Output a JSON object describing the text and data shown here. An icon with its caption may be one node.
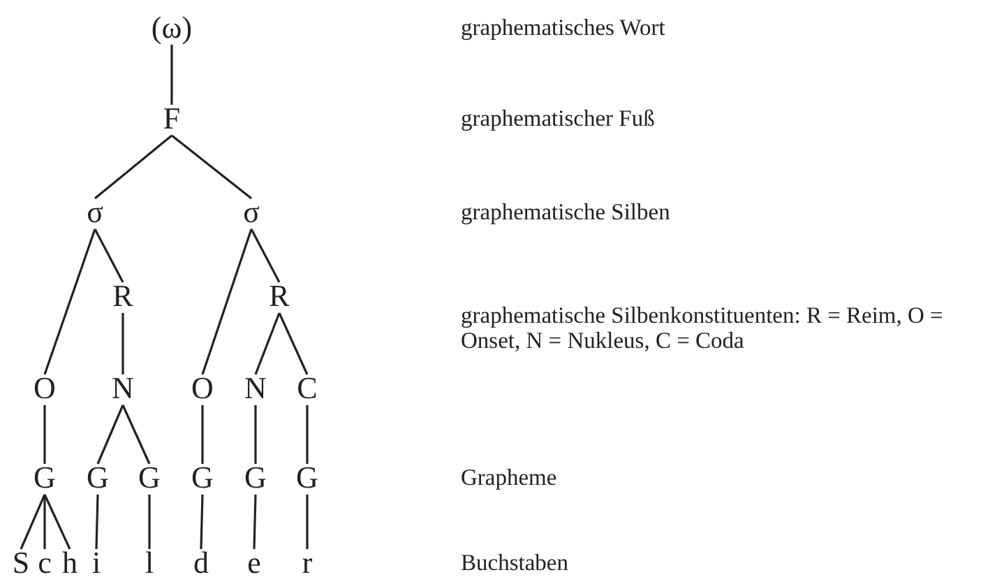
{
  "diagram": {
    "nodes": [
      {
        "text": [
          "(ω)"
        ]
      },
      {
        "text": [
          "F"
        ]
      },
      {
        "text": [
          "σ"
        ]
      },
      {
        "text": [
          "σ"
        ]
      },
      {
        "text": [
          "R"
        ]
      },
      {
        "text": [
          "R"
        ]
      },
      {
        "text": [
          "O"
        ]
      },
      {
        "text": [
          "N"
        ]
      },
      {
        "text": [
          "O"
        ]
      },
      {
        "text": [
          "N"
        ]
      },
      {
        "text": [
          "C"
        ]
      },
      {
        "text": [
          "G"
        ]
      },
      {
        "text": [
          "G"
        ]
      },
      {
        "text": [
          "G"
        ]
      },
      {
        "text": [
          "G"
        ]
      },
      {
        "text": [
          "G"
        ]
      },
      {
        "text": [
          "G"
        ]
      },
      {
        "text": [
          "S"
        ]
      },
      {
        "text": [
          "c"
        ]
      },
      {
        "text": [
          "h"
        ]
      },
      {
        "text": [
          "i"
        ]
      },
      {
        "text": [
          "l"
        ]
      },
      {
        "text": [
          "d"
        ]
      },
      {
        "text": [
          "e"
        ]
      },
      {
        "text": [
          "r"
        ]
      }
    ],
    "edges": [
      {
        "from": 0,
        "to": 1,
        "arrow": "none"
      },
      {
        "from": 1,
        "to": 2,
        "arrow": "none"
      },
      {
        "from": 1,
        "to": 3,
        "arrow": "none"
      },
      {
        "from": 2,
        "to": 6,
        "arrow": "none"
      },
      {
        "from": 2,
        "to": 4,
        "arrow": "none"
      },
      {
        "from": 3,
        "to": 8,
        "arrow": "none"
      },
      {
        "from": 3,
        "to": 5,
        "arrow": "none"
      },
      {
        "from": 4,
        "to": 7,
        "arrow": "none"
      },
      {
        "from": 5,
        "to": 9,
        "arrow": "none"
      },
      {
        "from": 5,
        "to": 10,
        "arrow": "none"
      },
      {
        "from": 6,
        "to": 11,
        "arrow": "none"
      },
      {
        "from": 7,
        "to": 12,
        "arrow": "none"
      },
      {
        "from": 7,
        "to": 13,
        "arrow": "none"
      },
      {
        "from": 8,
        "to": 14,
        "arrow": "none"
      },
      {
        "from": 9,
        "to": 15,
        "arrow": "none"
      },
      {
        "from": 10,
        "to": 16,
        "arrow": "none"
      },
      {
        "from": 11,
        "to": 17,
        "arrow": "none"
      },
      {
        "from": 11,
        "to": 18,
        "arrow": "none"
      },
      {
        "from": 11,
        "to": 19,
        "arrow": "none"
      },
      {
        "from": 12,
        "to": 20,
        "arrow": "none"
      },
      {
        "from": 13,
        "to": 21,
        "arrow": "none"
      },
      {
        "from": 14,
        "to": 22,
        "arrow": "none"
      },
      {
        "from": 15,
        "to": 23,
        "arrow": "none"
      },
      {
        "from": 16,
        "to": 24,
        "arrow": "none"
      }
    ],
    "labels": [
      "graphematisches Wort",
      "graphematischer Fuß",
      "graphematische Silben",
      "graphematische Silbenkonstituenten: R = Reim, O = Onset, N = Nukleus, C = Coda",
      "Grapheme",
      "Buchstaben"
    ]
  }
}
